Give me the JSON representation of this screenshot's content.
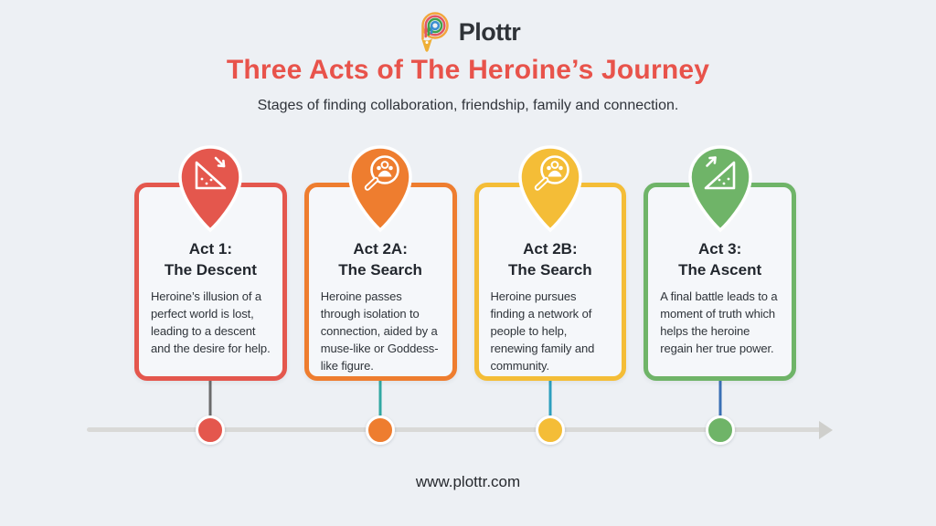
{
  "page": {
    "background_color": "#EDF0F4",
    "footer_url": "www.plottr.com"
  },
  "header": {
    "logo_text": "Plottr",
    "title": "Three Acts of The Heroine’s Journey",
    "title_color": "#E8534B",
    "subtitle": "Stages of finding collaboration, friendship, family and connection."
  },
  "acts": [
    {
      "title_line1": "Act 1:",
      "title_line2": "The Descent",
      "description": "Heroine’s illusion of a perfect world is lost, leading to a descent and the desire for help.",
      "color": "#E4574D",
      "connector_color": "#6B6B6B",
      "icon": "descent-slope-icon"
    },
    {
      "title_line1": "Act 2A:",
      "title_line2": "The Search",
      "description": "Heroine passes through isolation to connection, aided by a muse-like or Goddess-like figure.",
      "color": "#EE7D2F",
      "connector_color": "#31A8A2",
      "icon": "people-search-icon"
    },
    {
      "title_line1": "Act 2B:",
      "title_line2": "The Search",
      "description": "Heroine pursues finding a network of people to help, renewing family and community.",
      "color": "#F4BD37",
      "connector_color": "#2D9FBE",
      "icon": "people-search-icon"
    },
    {
      "title_line1": "Act 3:",
      "title_line2": "The Ascent",
      "description": "A final battle leads to a moment of truth which helps the heroine regain her true power.",
      "color": "#6FB468",
      "connector_color": "#3A70B5",
      "icon": "ascent-slope-icon"
    }
  ],
  "timeline": {
    "line_color": "#D9D9D7"
  }
}
